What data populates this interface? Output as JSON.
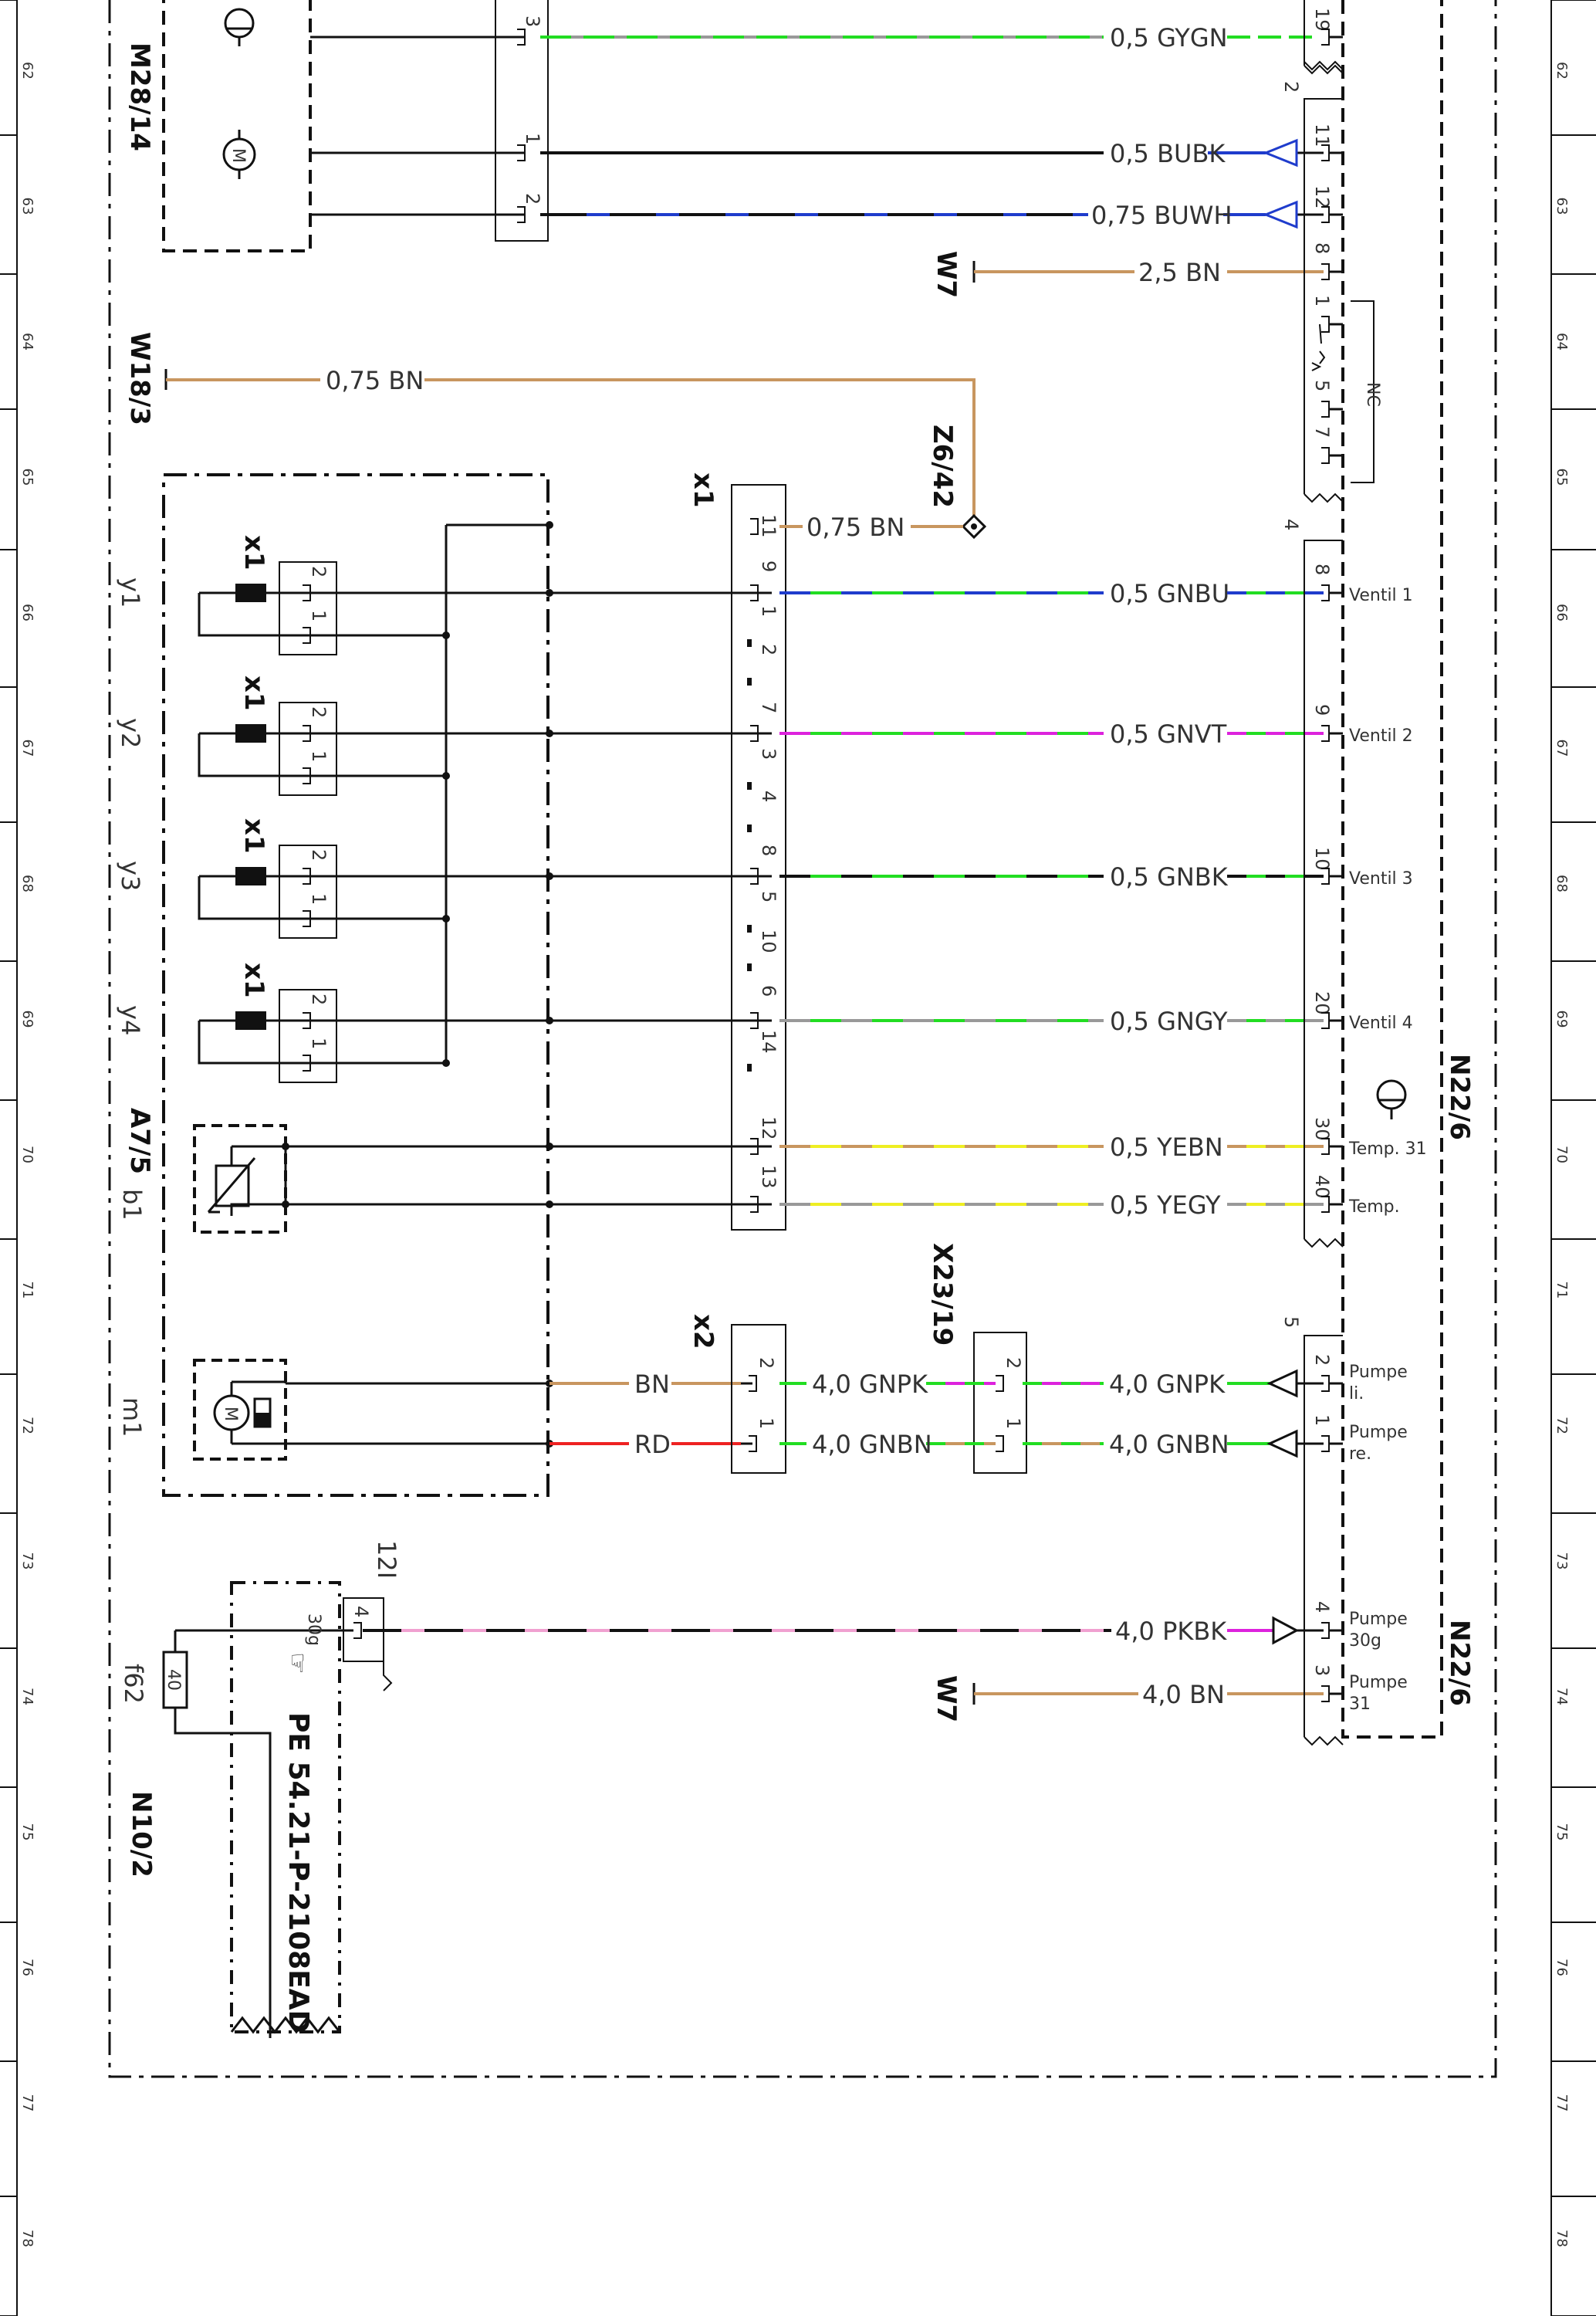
{
  "grid_rows": [
    "62",
    "63",
    "64",
    "65",
    "66",
    "67",
    "68",
    "69",
    "70",
    "71",
    "72",
    "73",
    "74",
    "75",
    "76",
    "77",
    "78"
  ],
  "components": {
    "m28_14": "M28/14",
    "w18_3": "W18/3",
    "w7_a": "W7",
    "w7_b": "W7",
    "z6_42": "Z6/42",
    "x1_conn": "x1",
    "x1_y1": "x1",
    "x1_y2": "x1",
    "x1_y3": "x1",
    "x1_y4": "x1",
    "x2_conn": "x2",
    "x23_19": "X23/19",
    "a7_5": "A7/5",
    "y1": "y1",
    "y2": "y2",
    "y3": "y3",
    "y4": "y4",
    "b1": "b1",
    "m1": "m1",
    "n22_6_a": "N22/6",
    "n22_6_b": "N22/6",
    "n10_2": "N10/2",
    "f62": "f62",
    "fuse_val": "40",
    "ref_doc": "PE 54.21-P-2108EAD",
    "nc": "NC",
    "term_12i": "12I",
    "term_30g": "30g"
  },
  "wires": {
    "gygn": "0,5 GYGN",
    "bubk": "0,5 BUBK",
    "buwh": "0,75 BUWH",
    "bn25": "2,5 BN",
    "bn075_w18": "0,75 BN",
    "bn075_x1": "0,75 BN",
    "gnbu": "0,5 GNBU",
    "gnvt": "0,5 GNVT",
    "gnbk": "0,5 GNBK",
    "gngy": "0,5 GNGY",
    "yebn": "0,5 YEBN",
    "yegy": "0,5 YEGY",
    "bn_m1": "BN",
    "rd_m1": "RD",
    "gnpk_a": "4,0 GNPK",
    "gnpk_b": "4,0 GNPK",
    "gnbn_a": "4,0 GNBN",
    "gnbn_b": "4,0 GNBN",
    "pkbk": "4,0 PKBK",
    "bn40": "4,0 BN"
  },
  "signals": {
    "ventil1": "Ventil 1",
    "ventil2": "Ventil 2",
    "ventil3": "Ventil 3",
    "ventil4": "Ventil 4",
    "temp31": "Temp. 31",
    "temp": "Temp.",
    "pumpe_li_1": "Pumpe",
    "pumpe_li_2": "li.",
    "pumpe_re_1": "Pumpe",
    "pumpe_re_2": "re.",
    "pumpe_30g_1": "Pumpe",
    "pumpe_30g_2": "30g",
    "pumpe_31_1": "Pumpe",
    "pumpe_31_2": "31"
  },
  "pins": {
    "m28_3": "3",
    "m28_1": "1",
    "m28_2": "2",
    "n_19": "19",
    "n_2grp": "2",
    "n_11": "11",
    "n_12": "12",
    "n_8a": "8",
    "n_1": "1",
    "n_5": "5",
    "n_7": "7",
    "n_4grp": "4",
    "n_8": "8",
    "n_9": "9",
    "n_10": "10",
    "n_20": "20",
    "n_30": "30",
    "n_40": "40",
    "n_5grp": "5",
    "n_2": "2",
    "n_1b": "1",
    "n_4": "4",
    "n_3": "3",
    "x1_11": "11",
    "x1_9": "9",
    "x1_1": "1",
    "x1_2": "2",
    "x1_7": "7",
    "x1_3": "3",
    "x1_4": "4",
    "x1_8": "8",
    "x1_5": "5",
    "x1_10": "10",
    "x1_6": "6",
    "x1_14": "14",
    "x1_12": "12",
    "x1_13": "13",
    "y1_2": "2",
    "y1_1": "1",
    "y2_2": "2",
    "y2_1": "1",
    "y3_2": "2",
    "y3_1": "1",
    "y4_2": "2",
    "y4_1": "1",
    "x2_2": "2",
    "x2_1": "1",
    "x23_2": "2",
    "x23_1": "1",
    "n10_4": "4"
  },
  "colors": {
    "line": "#111111",
    "brown": "#c8965f",
    "green": "#22dd22",
    "gray": "#999999",
    "blue": "#1f3ccc",
    "violet": "#dd22dd",
    "yellow": "#eeee22",
    "red": "#ee2222",
    "pink": "#f0a0d0"
  }
}
